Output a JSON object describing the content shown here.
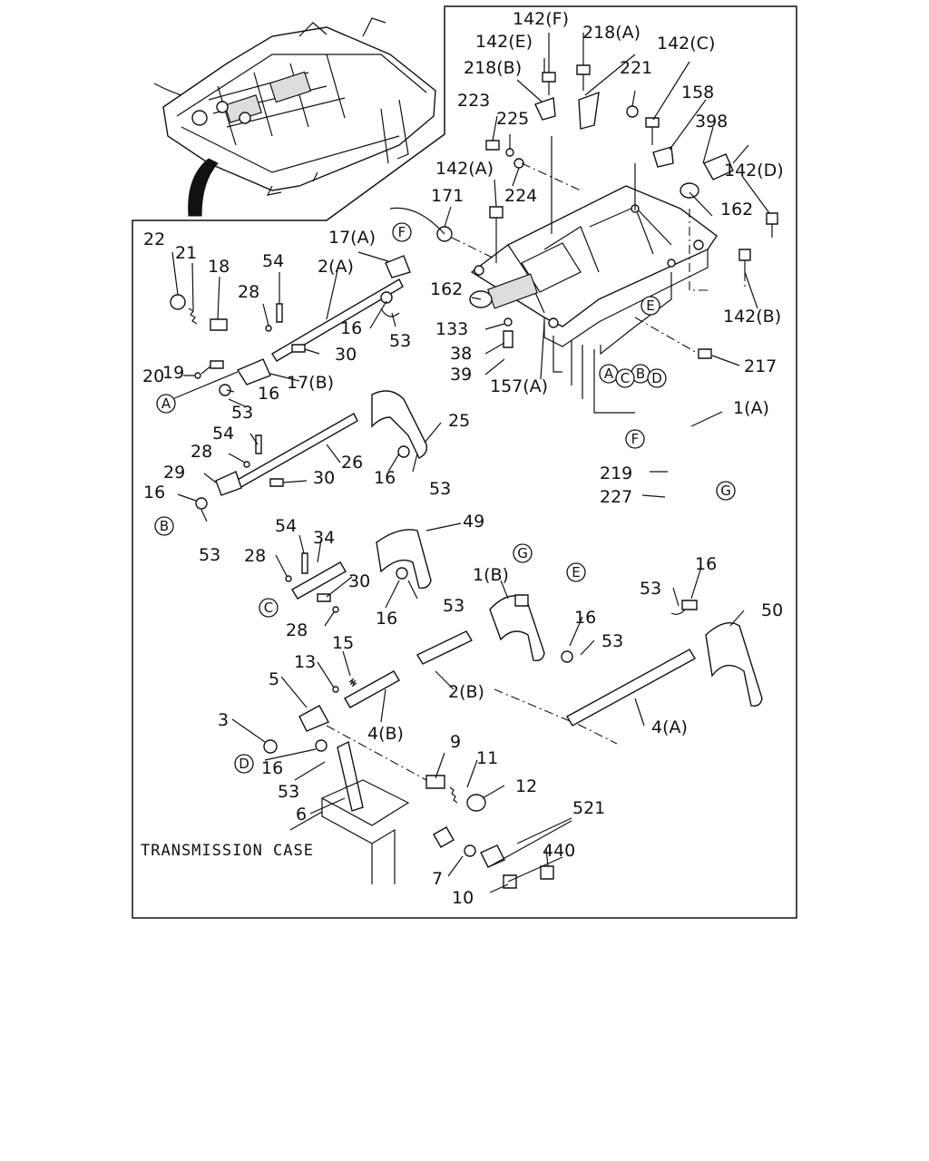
{
  "caption": "TRANSMISSION CASE",
  "callouts": [
    {
      "key": "c142F",
      "text": "142(F)"
    },
    {
      "key": "c218A",
      "text": "218(A)"
    },
    {
      "key": "c142E",
      "text": "142(E)"
    },
    {
      "key": "c142C",
      "text": "142(C)"
    },
    {
      "key": "c218B",
      "text": "218(B)"
    },
    {
      "key": "c221",
      "text": "221"
    },
    {
      "key": "c158",
      "text": "158"
    },
    {
      "key": "c223",
      "text": "223"
    },
    {
      "key": "c225",
      "text": "225"
    },
    {
      "key": "c398",
      "text": "398"
    },
    {
      "key": "c142A",
      "text": "142(A)"
    },
    {
      "key": "c142D",
      "text": "142(D)"
    },
    {
      "key": "c171",
      "text": "171"
    },
    {
      "key": "c224",
      "text": "224"
    },
    {
      "key": "c162a",
      "text": "162"
    },
    {
      "key": "c22",
      "text": "22"
    },
    {
      "key": "c21",
      "text": "21"
    },
    {
      "key": "c18",
      "text": "18"
    },
    {
      "key": "c54a",
      "text": "54"
    },
    {
      "key": "c17A",
      "text": "17(A)"
    },
    {
      "key": "c2A",
      "text": "2(A)"
    },
    {
      "key": "c162b",
      "text": "162"
    },
    {
      "key": "c142B",
      "text": "142(B)"
    },
    {
      "key": "c28a",
      "text": "28"
    },
    {
      "key": "c16a",
      "text": "16"
    },
    {
      "key": "c53a",
      "text": "53"
    },
    {
      "key": "c133",
      "text": "133"
    },
    {
      "key": "c30a",
      "text": "30"
    },
    {
      "key": "c38",
      "text": "38"
    },
    {
      "key": "c19",
      "text": "19"
    },
    {
      "key": "c39",
      "text": "39"
    },
    {
      "key": "c217",
      "text": "217"
    },
    {
      "key": "c20",
      "text": "20"
    },
    {
      "key": "c17B",
      "text": "17(B)"
    },
    {
      "key": "c157A",
      "text": "157(A)"
    },
    {
      "key": "c16b",
      "text": "16"
    },
    {
      "key": "c53b",
      "text": "53"
    },
    {
      "key": "c1A",
      "text": "1(A)"
    },
    {
      "key": "c25",
      "text": "25"
    },
    {
      "key": "c54b",
      "text": "54"
    },
    {
      "key": "c28b",
      "text": "28"
    },
    {
      "key": "c26",
      "text": "26"
    },
    {
      "key": "c29",
      "text": "29"
    },
    {
      "key": "c30b",
      "text": "30"
    },
    {
      "key": "c16c",
      "text": "16"
    },
    {
      "key": "c219",
      "text": "219"
    },
    {
      "key": "c53c",
      "text": "53"
    },
    {
      "key": "c16d",
      "text": "16"
    },
    {
      "key": "c227",
      "text": "227"
    },
    {
      "key": "c53d",
      "text": "53"
    },
    {
      "key": "c54c",
      "text": "54"
    },
    {
      "key": "c34",
      "text": "34"
    },
    {
      "key": "c49",
      "text": "49"
    },
    {
      "key": "c28c",
      "text": "28"
    },
    {
      "key": "c30c",
      "text": "30"
    },
    {
      "key": "c53e",
      "text": "53"
    },
    {
      "key": "c16e",
      "text": "16"
    },
    {
      "key": "c28d",
      "text": "28"
    },
    {
      "key": "c1B",
      "text": "1(B)"
    },
    {
      "key": "c16f",
      "text": "16"
    },
    {
      "key": "c53f",
      "text": "53"
    },
    {
      "key": "c50",
      "text": "50"
    },
    {
      "key": "c16g",
      "text": "16"
    },
    {
      "key": "c53g",
      "text": "53"
    },
    {
      "key": "c15",
      "text": "15"
    },
    {
      "key": "c13",
      "text": "13"
    },
    {
      "key": "c5",
      "text": "5"
    },
    {
      "key": "c2B",
      "text": "2(B)"
    },
    {
      "key": "c3",
      "text": "3"
    },
    {
      "key": "c4B",
      "text": "4(B)"
    },
    {
      "key": "c4A",
      "text": "4(A)"
    },
    {
      "key": "c16h",
      "text": "16"
    },
    {
      "key": "c9",
      "text": "9"
    },
    {
      "key": "c11",
      "text": "11"
    },
    {
      "key": "c53h",
      "text": "53"
    },
    {
      "key": "c12",
      "text": "12"
    },
    {
      "key": "c6",
      "text": "6"
    },
    {
      "key": "c521",
      "text": "521"
    },
    {
      "key": "c440",
      "text": "440"
    },
    {
      "key": "c7",
      "text": "7"
    },
    {
      "key": "c10",
      "text": "10"
    }
  ],
  "markers": [
    {
      "key": "mF1",
      "text": "F"
    },
    {
      "key": "mE1",
      "text": "E"
    },
    {
      "key": "mA1",
      "text": "A"
    },
    {
      "key": "mB1",
      "text": "B"
    },
    {
      "key": "mC1",
      "text": "C"
    },
    {
      "key": "mD1",
      "text": "D"
    },
    {
      "key": "mA2",
      "text": "A"
    },
    {
      "key": "mF2",
      "text": "F"
    },
    {
      "key": "mG1",
      "text": "G"
    },
    {
      "key": "mB2",
      "text": "B"
    },
    {
      "key": "mC2",
      "text": "C"
    },
    {
      "key": "mG2",
      "text": "G"
    },
    {
      "key": "mE2",
      "text": "E"
    },
    {
      "key": "mD2",
      "text": "D"
    }
  ]
}
